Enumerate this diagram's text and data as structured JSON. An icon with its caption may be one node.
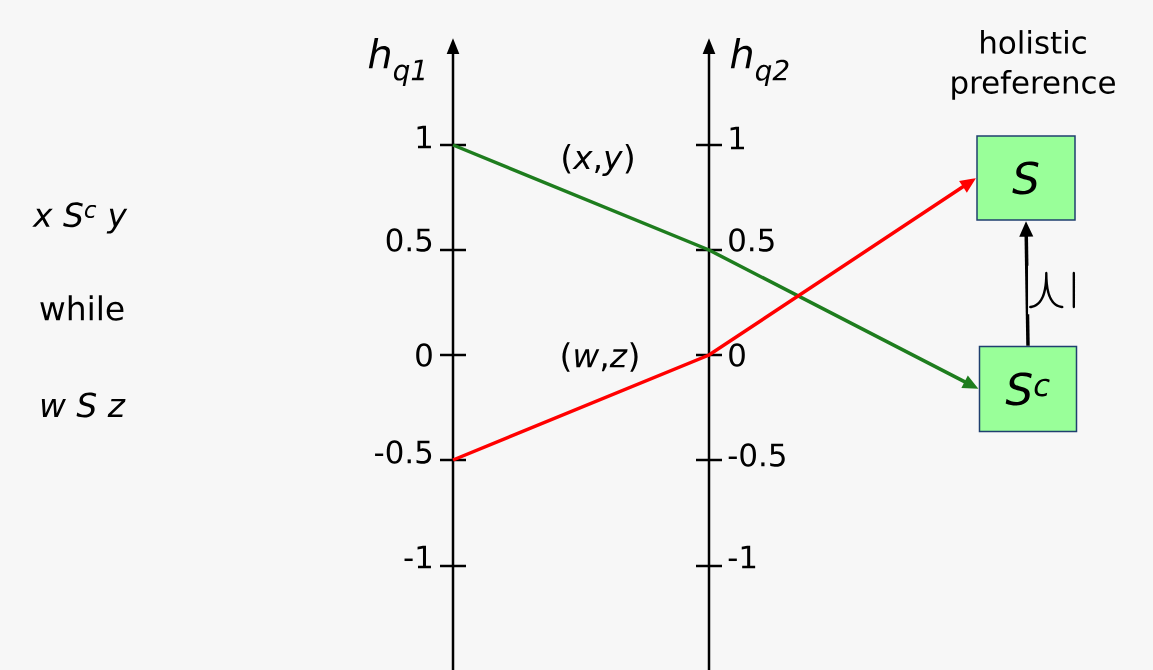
{
  "diagram": {
    "nodes": [
      {
        "text": [
          "S"
        ]
      },
      {
        "text": [
          "S$^{c}$"
        ]
      }
    ],
    "edges": [
      {
        "from": null,
        "to": 1,
        "arrow": "to",
        "color": "#1e7d1e"
      },
      {
        "from": null,
        "to": 0,
        "arrow": "to",
        "color": "#ff0000"
      },
      {
        "from": 1,
        "to": 0,
        "arrow": "to",
        "label": "\\succeq",
        "color": "#000000"
      }
    ],
    "labels": [
      "h$_{q1}$",
      "h$_{q2}$",
      "holistic preference",
      "1",
      "0.5",
      "0",
      "-0.5",
      "-1",
      "1",
      "0.5",
      "0",
      "-0.5",
      "-1",
      "(*x*,*y*)",
      "(*w*,*z*)",
      "x S$^{c}$ y",
      "while",
      "w S z"
    ]
  }
}
